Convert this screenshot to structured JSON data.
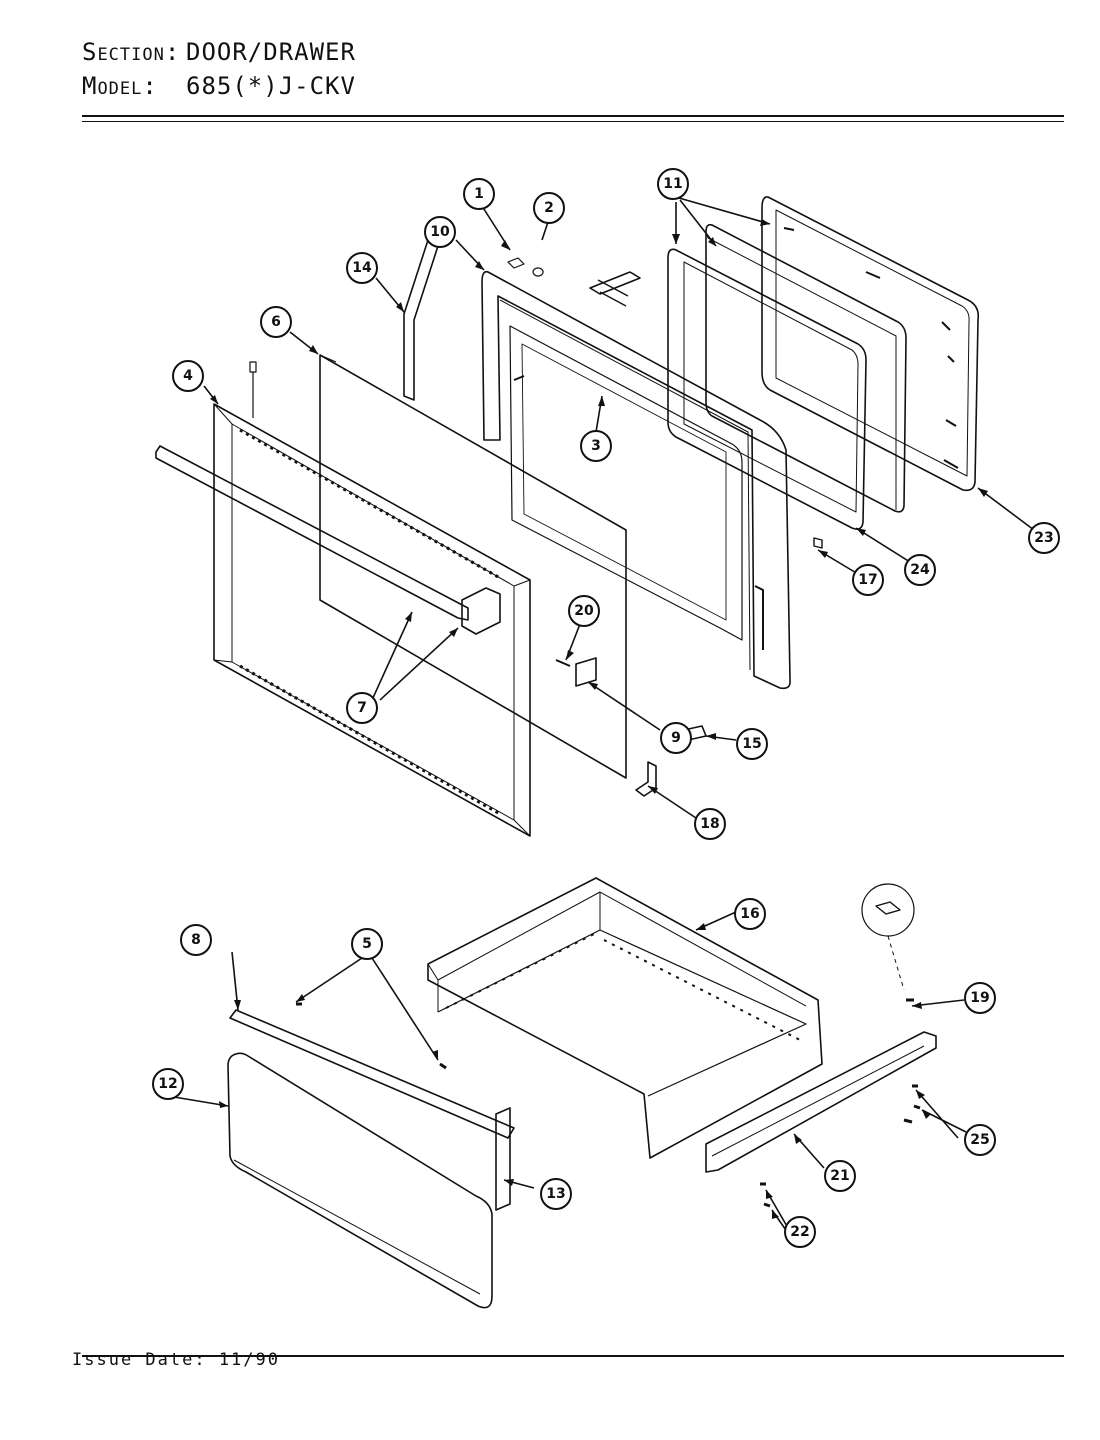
{
  "header": {
    "section_key": "Section:",
    "section_value": "DOOR/DRAWER",
    "model_key": "Model:",
    "model_value": "685(*)J-CKV"
  },
  "footer": {
    "issue_date": "Issue Date: 11/90"
  },
  "callouts": [
    "1",
    "2",
    "3",
    "4",
    "5",
    "6",
    "7",
    "8",
    "9",
    "10",
    "11",
    "12",
    "13",
    "14",
    "15",
    "16",
    "17",
    "18",
    "19",
    "20",
    "21",
    "22",
    "23",
    "24",
    "25"
  ]
}
